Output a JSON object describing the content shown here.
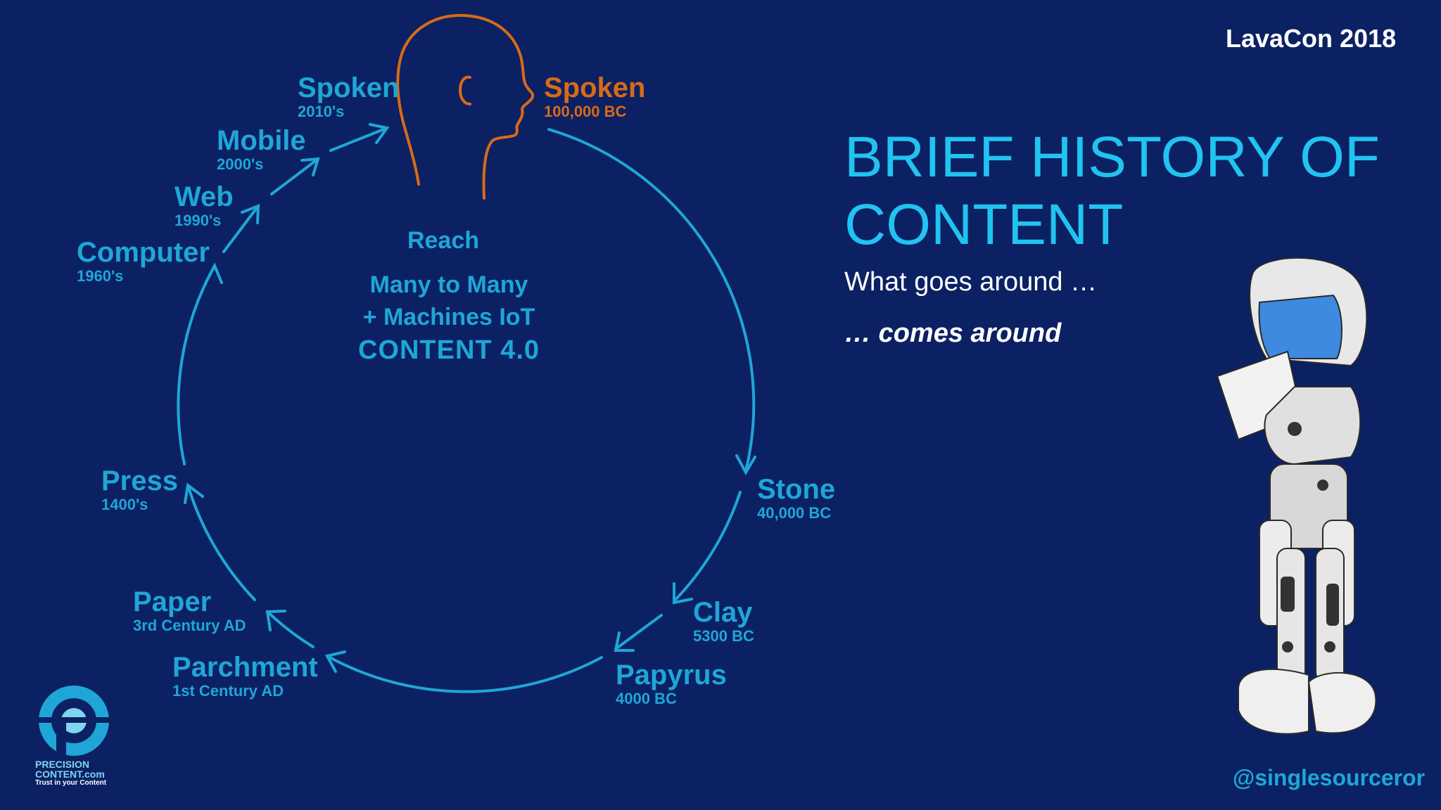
{
  "brand": {
    "event": "LavaCon 2018"
  },
  "title": {
    "line1": "BRIEF HISTORY OF",
    "line2": "CONTENT"
  },
  "subtitle": {
    "line1": "What goes around …",
    "line2": "… comes around"
  },
  "center": {
    "reach": "Reach",
    "line1": "Many to Many",
    "line2": "+ Machines IoT",
    "line3": "CONTENT 4.0"
  },
  "cycle": [
    {
      "name": "Spoken",
      "date": "100,000 BC"
    },
    {
      "name": "Stone",
      "date": "40,000 BC"
    },
    {
      "name": "Clay",
      "date": "5300 BC"
    },
    {
      "name": "Papyrus",
      "date": "4000 BC"
    },
    {
      "name": "Parchment",
      "date": "1st Century AD"
    },
    {
      "name": "Paper",
      "date": "3rd Century AD"
    },
    {
      "name": "Press",
      "date": "1400's"
    },
    {
      "name": "Computer",
      "date": "1960's"
    },
    {
      "name": "Web",
      "date": "1990's"
    },
    {
      "name": "Mobile",
      "date": "2000's"
    },
    {
      "name": "Spoken",
      "date": "2010's"
    }
  ],
  "logo": {
    "line1": "PRECISION",
    "line2": "CONTENT.com",
    "tagline": "Trust in your Content"
  },
  "handle": "@singlesourceror",
  "colors": {
    "background": "#0b2163",
    "cycle": "#1fa6d6",
    "title": "#21c3f0",
    "head": "#d86a19"
  },
  "icons": [
    "head-silhouette-icon",
    "robot-reading-paper-image",
    "precision-content-logo"
  ]
}
